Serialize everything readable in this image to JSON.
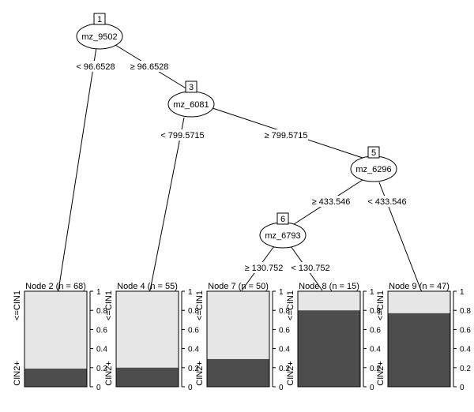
{
  "colors": {
    "light_bar": "#e6e6e6",
    "dark_bar": "#4d4d4d"
  },
  "inner_nodes": [
    {
      "id": "1",
      "variable": "mz_9502"
    },
    {
      "id": "3",
      "variable": "mz_6081"
    },
    {
      "id": "5",
      "variable": "mz_6296"
    },
    {
      "id": "6",
      "variable": "mz_6793"
    }
  ],
  "edges": [
    {
      "label": "< 96.6528"
    },
    {
      "label": "≥ 96.6528"
    },
    {
      "label": "< 799.5715"
    },
    {
      "label": "≥ 799.5715"
    },
    {
      "label": "≥ 433.546"
    },
    {
      "label": "< 433.546"
    },
    {
      "label": "≥ 130.752"
    },
    {
      "label": "< 130.752"
    }
  ],
  "terminal_nodes": [
    {
      "title": "Node 2 (n = 68)",
      "cin2_fraction": 0.19
    },
    {
      "title": "Node 4 (n = 55)",
      "cin2_fraction": 0.2
    },
    {
      "title": "Node 7 (n = 50)",
      "cin2_fraction": 0.29
    },
    {
      "title": "Node 8 (n = 15)",
      "cin2_fraction": 0.8
    },
    {
      "title": "Node 9 (n = 47)",
      "cin2_fraction": 0.77
    }
  ],
  "class_labels": {
    "top": "<=CIN1",
    "bottom": "CIN2+"
  },
  "axis_ticks": [
    "0",
    "0.2",
    "0.4",
    "0.6",
    "0.8",
    "1"
  ]
}
